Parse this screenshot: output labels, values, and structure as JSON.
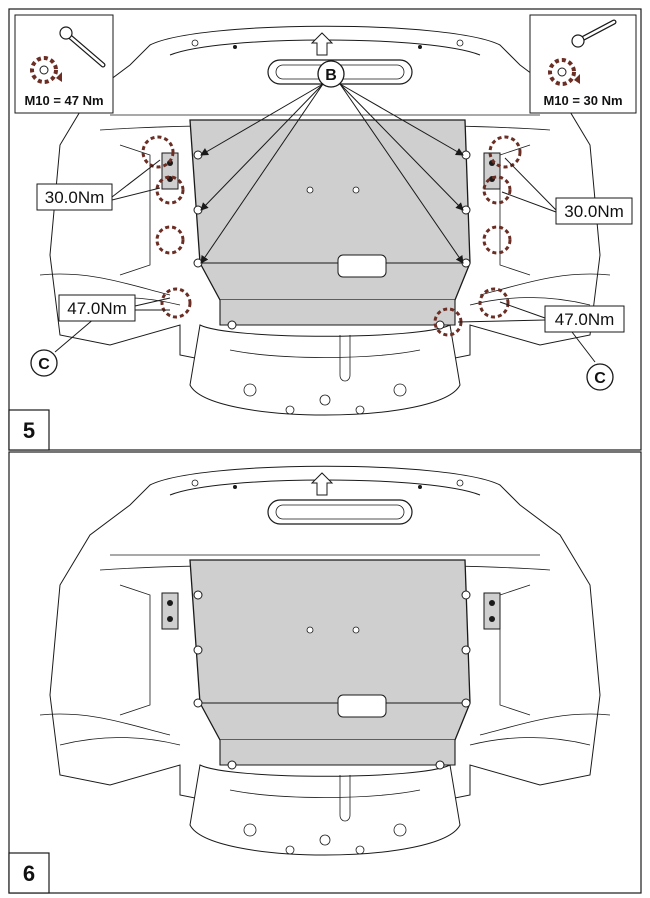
{
  "panels": [
    {
      "step": "5",
      "callouts": {
        "bolt_group": "B",
        "nut_group": "C"
      },
      "tool_specs": {
        "left": "M10 = 47 Nm",
        "right": "M10 = 30 Nm"
      },
      "torque_labels": {
        "upper_left": "30.0Nm",
        "upper_right": "30.0Nm",
        "lower_left": "47.0Nm",
        "lower_right": "47.0Nm"
      }
    },
    {
      "step": "6"
    }
  ],
  "colors": {
    "line": "#1a1a1a",
    "plate_fill": "#cfcfcf",
    "torque_mark": "#6b2e24",
    "frame_fill": "#ffffff"
  },
  "icons": [
    "ratchet-wrench-icon",
    "rotation-arrow-icon",
    "fwd-arrow-icon"
  ]
}
